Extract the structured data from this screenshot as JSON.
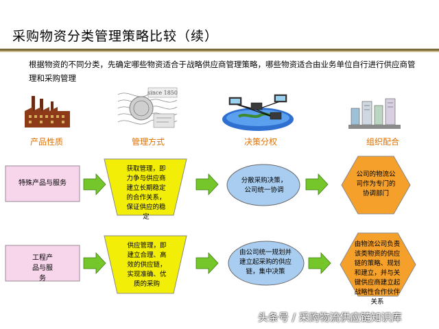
{
  "title": "采购物资分类管理策略比较（续）",
  "intro": "根据物资的不同分类，先确定哪些物资适合于战略供应商管理策略，哪些物资适合由业务单位自行进行供应商管理和采购管理",
  "illustration_labels": {
    "stamp_text": "since 1850"
  },
  "columns": [
    "产品性质",
    "管理方式",
    "决策分权",
    "组织配合"
  ],
  "rows": [
    {
      "product": "特殊产品与服务",
      "management": "获取管理，即力争与供应商建立长期稳定的合作关系，保证供应的稳定",
      "decision": "分散采购决策，公司统一协调",
      "organization": "公司的物流公司作为专门的协调部门"
    },
    {
      "product": "工程产品与服务",
      "management": "供应管理，即建立合理、高效的供应链，实现准确、优质的采购",
      "decision": "由公司统一规划并建立起采购的供应链，集中决策",
      "organization": "由物流公司负责该类物资的供应链的策略、规划和建立，并与关键供应商建立起战略性合作伙伴关系"
    }
  ],
  "watermark": "头条号 / 采购物流供应链知识库",
  "colors": {
    "accent": "#e07000",
    "rule": "#7a6a3a",
    "left_box": "#f7d6ec",
    "trapezoid": "#f2ee08",
    "ellipse": "#a8cdf0",
    "hexagon": "#f4a02a",
    "arrow": "#74c62a"
  }
}
